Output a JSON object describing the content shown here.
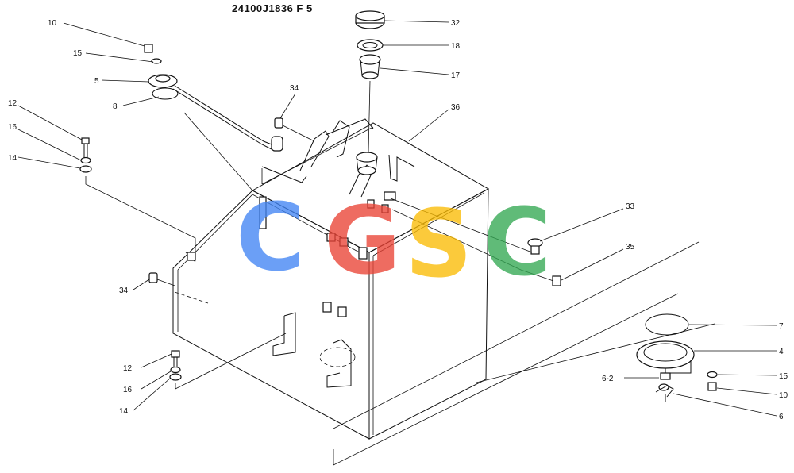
{
  "drawing_number": "24100J1836 F 5",
  "watermark": {
    "letters": [
      "C",
      "G",
      "S",
      "C"
    ],
    "colors": [
      "#4285f4",
      "#ea4335",
      "#fbbc05",
      "#34a853"
    ]
  },
  "callouts": {
    "c32": "32",
    "c18": "18",
    "c17": "17",
    "c36": "36",
    "c10a": "10",
    "c15a": "15",
    "c5": "5",
    "c8": "8",
    "c34a": "34",
    "c12a": "12",
    "c16a": "16",
    "c14a": "14",
    "c33": "33",
    "c35": "35",
    "c34b": "34",
    "c12b": "12",
    "c16b": "16",
    "c14b": "14",
    "c7": "7",
    "c4": "4",
    "c15b": "15",
    "c62": "6-2",
    "c10b": "10",
    "c6": "6"
  }
}
